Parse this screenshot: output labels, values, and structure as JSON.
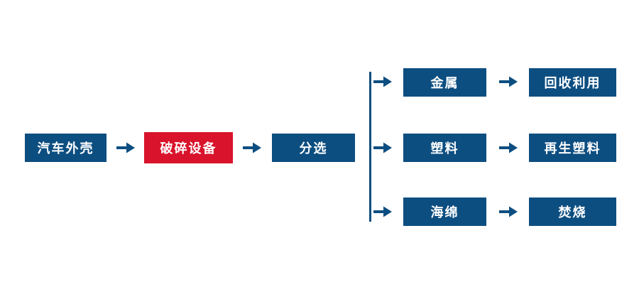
{
  "colors": {
    "primary_blue": "#0d4e81",
    "accent_red": "#d9132b",
    "background": "#ffffff",
    "node_text": "#ffffff"
  },
  "flow": {
    "start": "汽车外壳",
    "process": "破碎设备",
    "sort": "分选",
    "branches": [
      {
        "material": "金属",
        "result": "回收利用"
      },
      {
        "material": "塑料",
        "result": "再生塑料"
      },
      {
        "material": "海绵",
        "result": "焚烧"
      }
    ]
  }
}
